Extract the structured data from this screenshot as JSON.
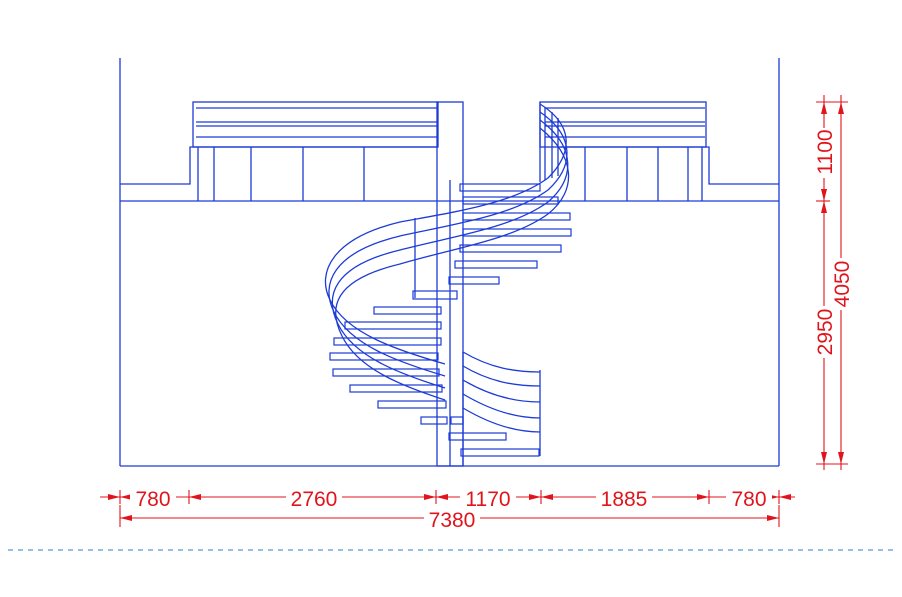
{
  "colors": {
    "drawing": "#1d3bd6",
    "dimension": "#e1141c",
    "centerline": "#2c79d4",
    "background": "#ffffff"
  },
  "dimensions": {
    "horizontal": {
      "left_margin": "780",
      "left_span": "2760",
      "center_span": "1170",
      "right_span": "1885",
      "right_margin": "780",
      "overall": "7380"
    },
    "vertical": {
      "upper": "1100",
      "lower": "2950",
      "overall": "4050"
    }
  }
}
